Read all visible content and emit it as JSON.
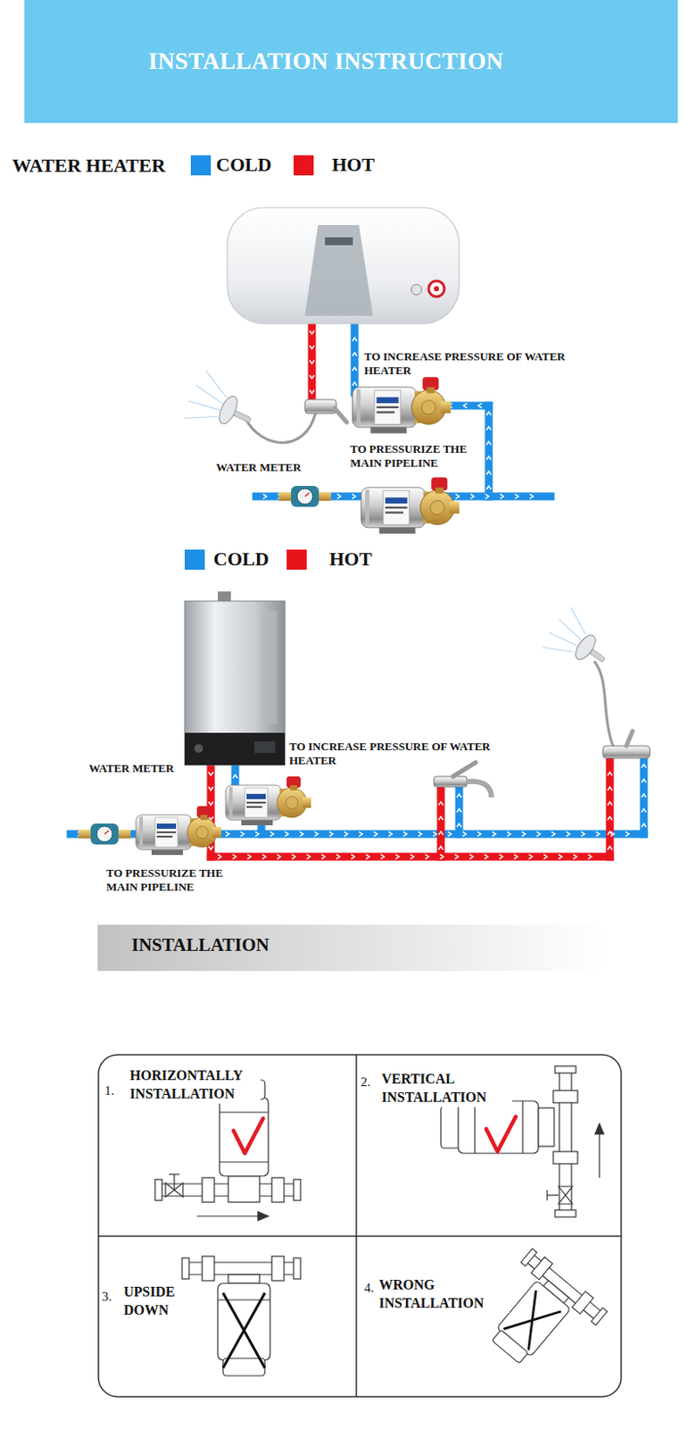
{
  "diagram": {
    "title": "INSTALLATION INSTRUCTION",
    "nodes": [
      {
        "text": [
          "INSTALLATION"
        ]
      },
      {
        "text": [
          "1.",
          "HORIZONTALLY INSTALLATION"
        ]
      },
      {
        "text": [
          "2.",
          "VERTICAL INSTALLATION"
        ]
      },
      {
        "text": [
          "3.",
          "UPSIDE DOWN"
        ]
      },
      {
        "text": [
          "4.",
          "WRONG INSTALLATION"
        ]
      }
    ],
    "labels": [
      "WATER HEATER",
      "TO INCREASE PRESSURE OF WATER HEATER",
      "WATER METER",
      "TO PRESSURIZE THE MAIN PIPELINE",
      "TO INCREASE PRESSURE OF WATER HEATER",
      "WATER METER",
      "TO PRESSURIZE THE MAIN PIPELINE"
    ],
    "legend": [
      {
        "text": "COLD",
        "color": "#1e8fe6"
      },
      {
        "text": "HOT",
        "color": "#e8141c"
      },
      {
        "text": "COLD",
        "color": "#1e8fe6"
      },
      {
        "text": "HOT",
        "color": "#e8141c"
      }
    ]
  }
}
